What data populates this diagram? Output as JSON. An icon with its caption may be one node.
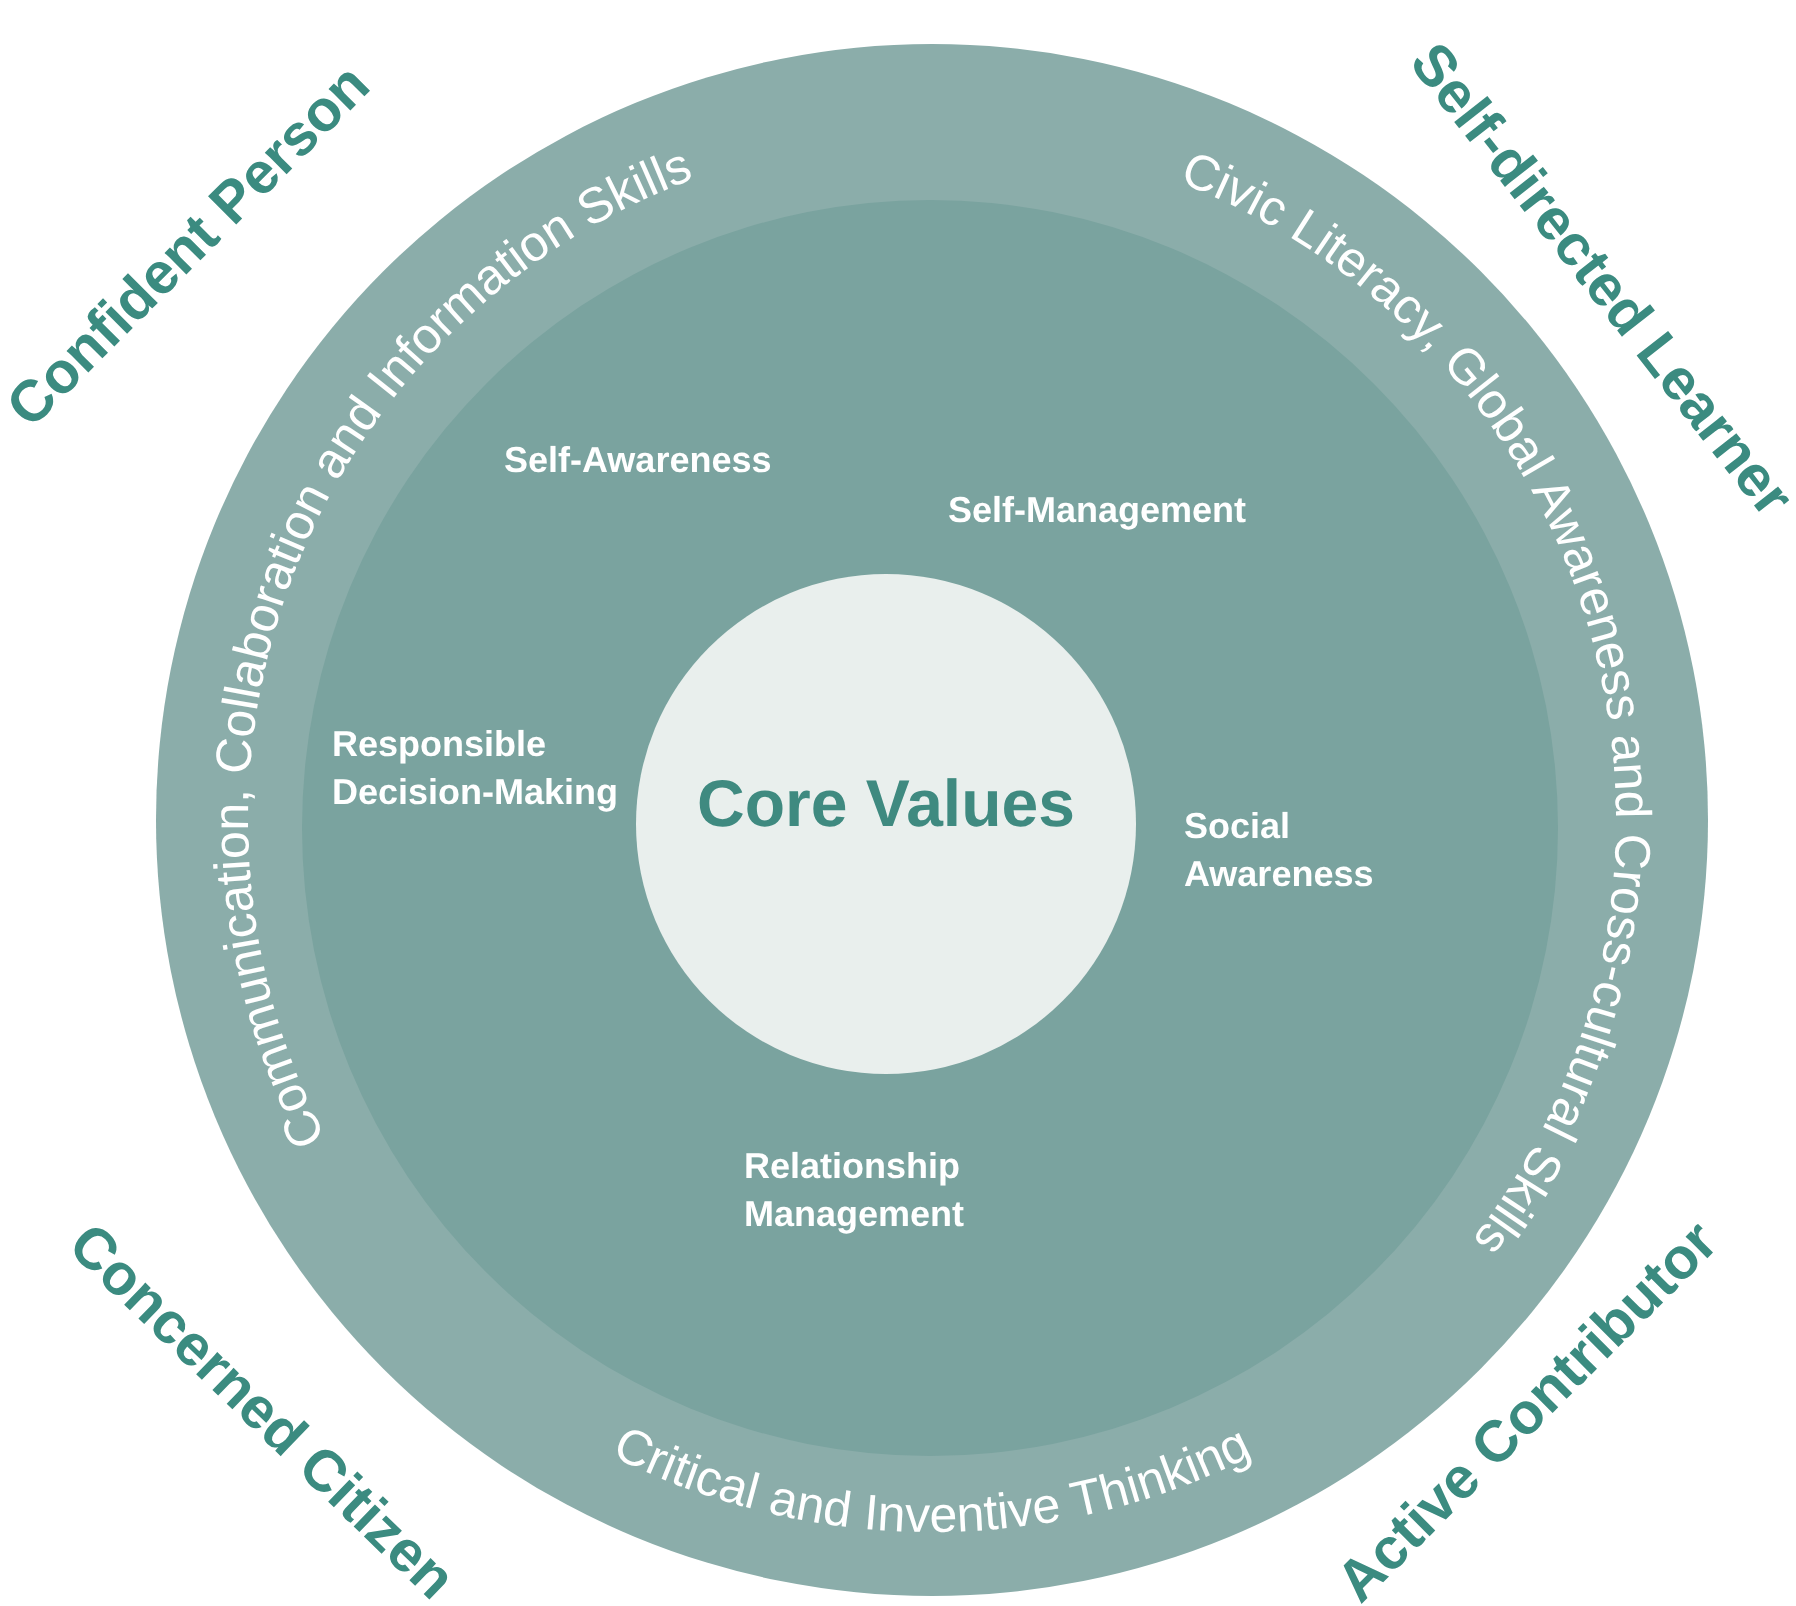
{
  "diagram": {
    "nodes": [
      {
        "text": [],
        "shape": "circle"
      },
      {
        "text": [
          "Self-Awareness",
          "Self-Management",
          "Responsible Decision-Making",
          "Social Awareness",
          "Relationship Management"
        ],
        "in": 0
      },
      {
        "text": [
          "Core Values"
        ],
        "in": 1
      }
    ],
    "edges": [],
    "labels": [
      "Communication, Collaboration and Information Skills",
      "Civic Literacy, Global Awareness and Cross-cultural Skills",
      "Critical and Inventive Thinking",
      "Confident Person",
      "Self-directed Learner",
      "Concerned Citizen",
      "Active Contributor"
    ]
  }
}
